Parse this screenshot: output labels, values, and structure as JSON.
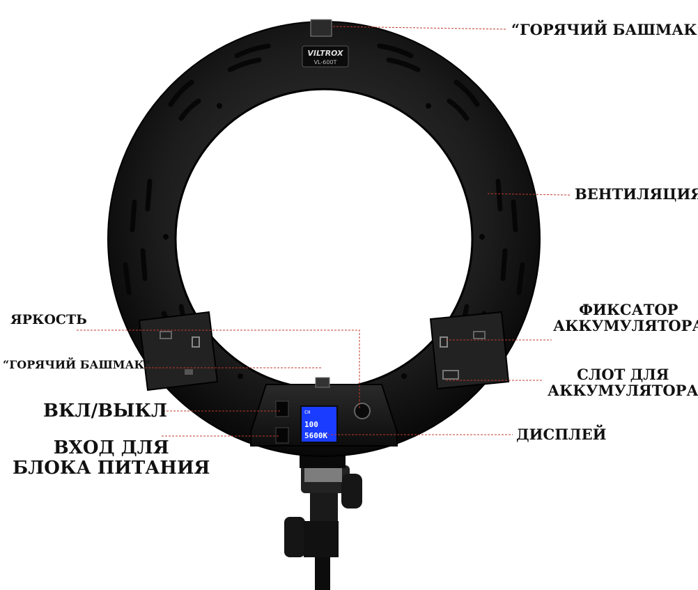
{
  "device": {
    "brand": "VILTROX",
    "model": "VL-600T",
    "display_line1": "100",
    "display_line2": "5600K",
    "display_ch": "CH"
  },
  "callouts": {
    "hot_shoe_top": "“ГОРЯЧИЙ БАШМАК”",
    "ventilation": "ВЕНТИЛЯЦИЯ",
    "brightness": "ЯРКОСТЬ",
    "hot_shoe_bottom": "“ГОРЯЧИЙ БАШМАК”",
    "battery_lock": [
      "ФИКСАТОР",
      "АККУМУЛЯТОРА"
    ],
    "battery_slot": [
      "СЛОТ ДЛЯ",
      "АККУМУЛЯТОРА"
    ],
    "power_switch": "ВКЛ/ВЫКЛ",
    "display": "ДИСПЛЕЙ",
    "power_input": [
      "ВХОД ДЛЯ",
      "БЛОКА ПИТАНИЯ"
    ]
  },
  "colors": {
    "body": "#141414",
    "leader": "#c0392b",
    "lcd": "#1a3cff",
    "text": "#111111"
  }
}
